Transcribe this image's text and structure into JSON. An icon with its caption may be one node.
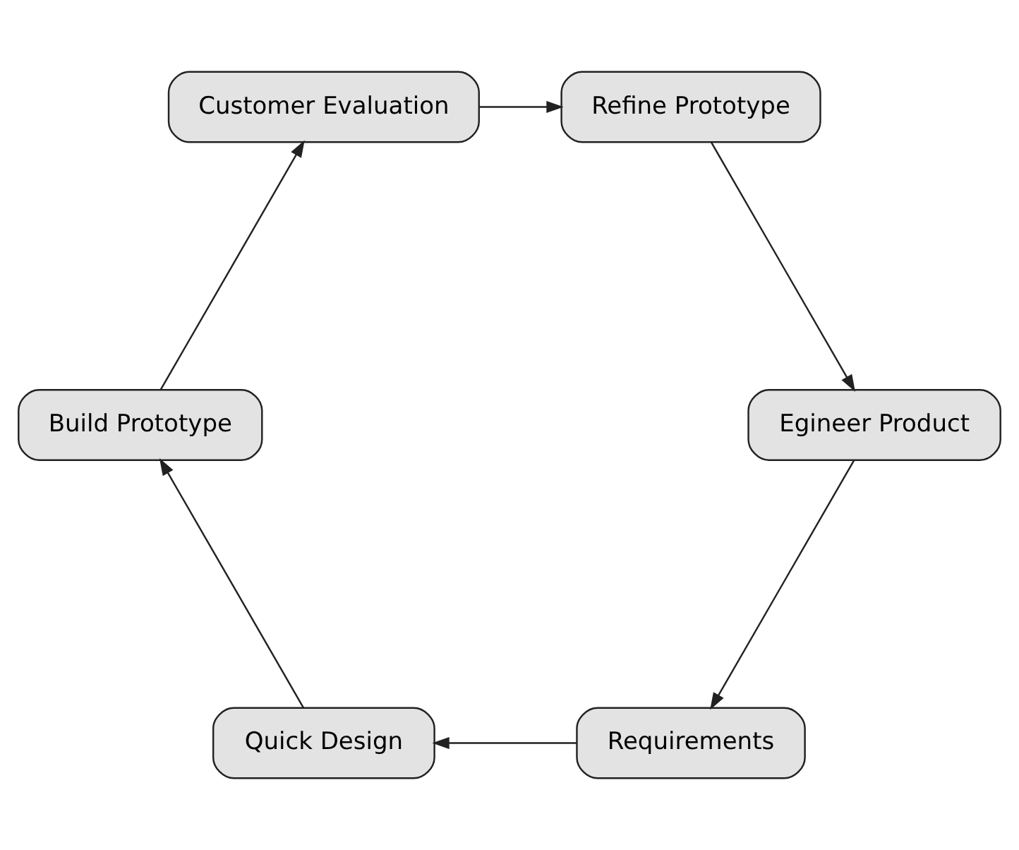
{
  "diagram": {
    "nodes": [
      {
        "text": [
          "Requirements"
        ]
      },
      {
        "text": [
          "Egineer Product"
        ]
      },
      {
        "text": [
          "Quick Design"
        ]
      },
      {
        "text": [
          "Refine Prototype"
        ]
      },
      {
        "text": [
          "Build Prototype"
        ]
      },
      {
        "text": [
          "Customer Evaluation"
        ]
      }
    ],
    "edges": [
      {
        "from": 0,
        "to": 2,
        "arrow": "to"
      },
      {
        "from": 2,
        "to": 4,
        "arrow": "to"
      },
      {
        "from": 4,
        "to": 5,
        "arrow": "to"
      },
      {
        "from": 5,
        "to": 3,
        "arrow": "to"
      },
      {
        "from": 3,
        "to": 1,
        "arrow": "to"
      },
      {
        "from": 1,
        "to": 0,
        "arrow": "to"
      }
    ]
  }
}
